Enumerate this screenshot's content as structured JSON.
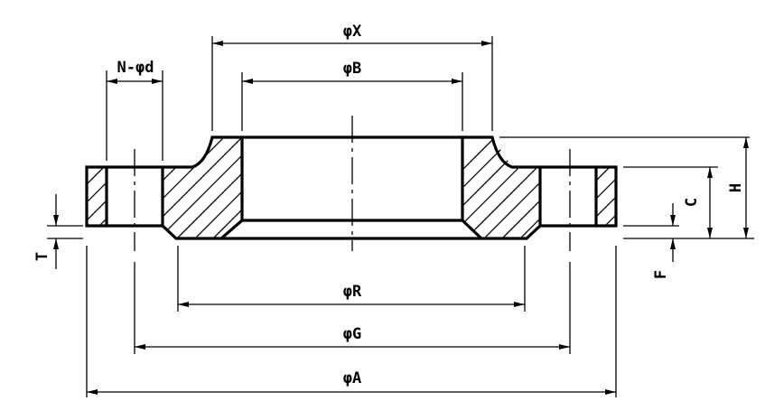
{
  "labels": {
    "phi_x": "φX",
    "phi_b": "φB",
    "n_phi_d": "N-φd",
    "phi_r": "φR",
    "phi_g": "φG",
    "phi_a": "φA",
    "h": "H",
    "c": "C",
    "t": "T",
    "f": "F"
  }
}
